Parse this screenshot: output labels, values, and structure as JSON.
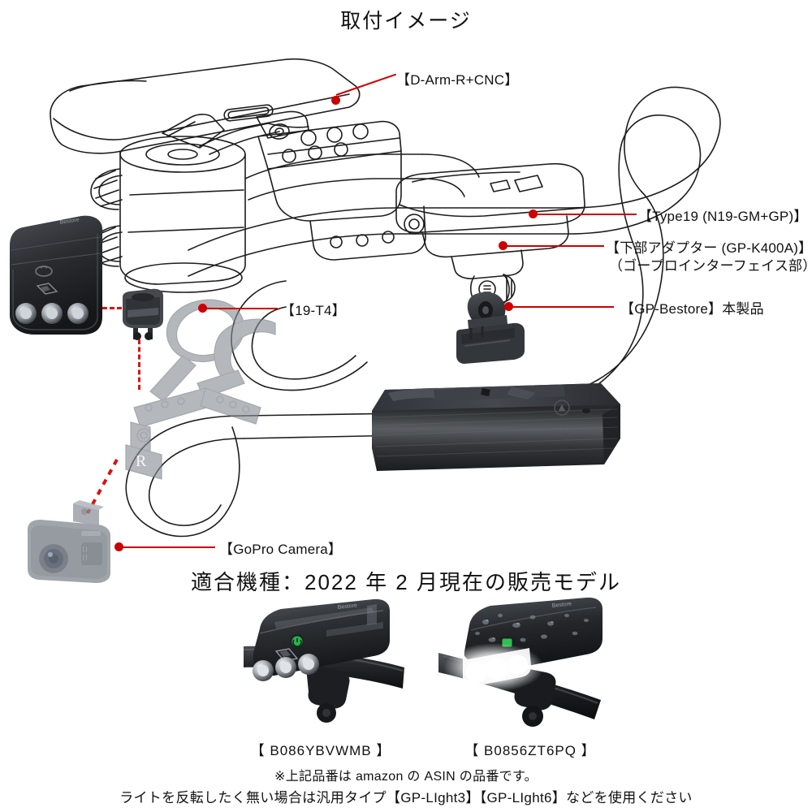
{
  "title": "取付イメージ",
  "diagram": {
    "labels": [
      {
        "id": "d-arm",
        "text": "【D-Arm-R+CNC】"
      },
      {
        "id": "type19",
        "text": "【Type19 (N19-GM+GP)】"
      },
      {
        "id": "adapter",
        "text": "【下部アダプター (GP-K400A)】"
      },
      {
        "id": "adapter_sub",
        "text": "（ゴープロインターフェイス部）"
      },
      {
        "id": "bestore",
        "text": "【GP-Bestore】本製品"
      },
      {
        "id": "t4",
        "text": "【19-T4】"
      },
      {
        "id": "gopro",
        "text": "【GoPro Camera】"
      }
    ],
    "leader_color": "#cc0000",
    "dash_color": "#dd1111"
  },
  "compat": {
    "heading": "適合機種：2022 年 2 月現在の販売モデル",
    "products": [
      {
        "asin": "【 B086YBVWMB 】",
        "caption_icon": "bike-light-3led-photo"
      },
      {
        "asin": "【 B0856ZT6PQ 】",
        "caption_icon": "bike-light-wet-photo"
      }
    ],
    "notes": [
      "※上記品番は amazon の ASIN の品番です。",
      "ライトを反転したく無い場合は汎用タイプ【GP-LIght3】【GP-LIght6】などを使用ください"
    ]
  },
  "colors": {
    "accent_red": "#cc0000",
    "line_art": "#1d1d1d",
    "body_dark": "#2a2c2f",
    "ghost_gray": "#8d9299",
    "led_green": "#27b34a"
  }
}
